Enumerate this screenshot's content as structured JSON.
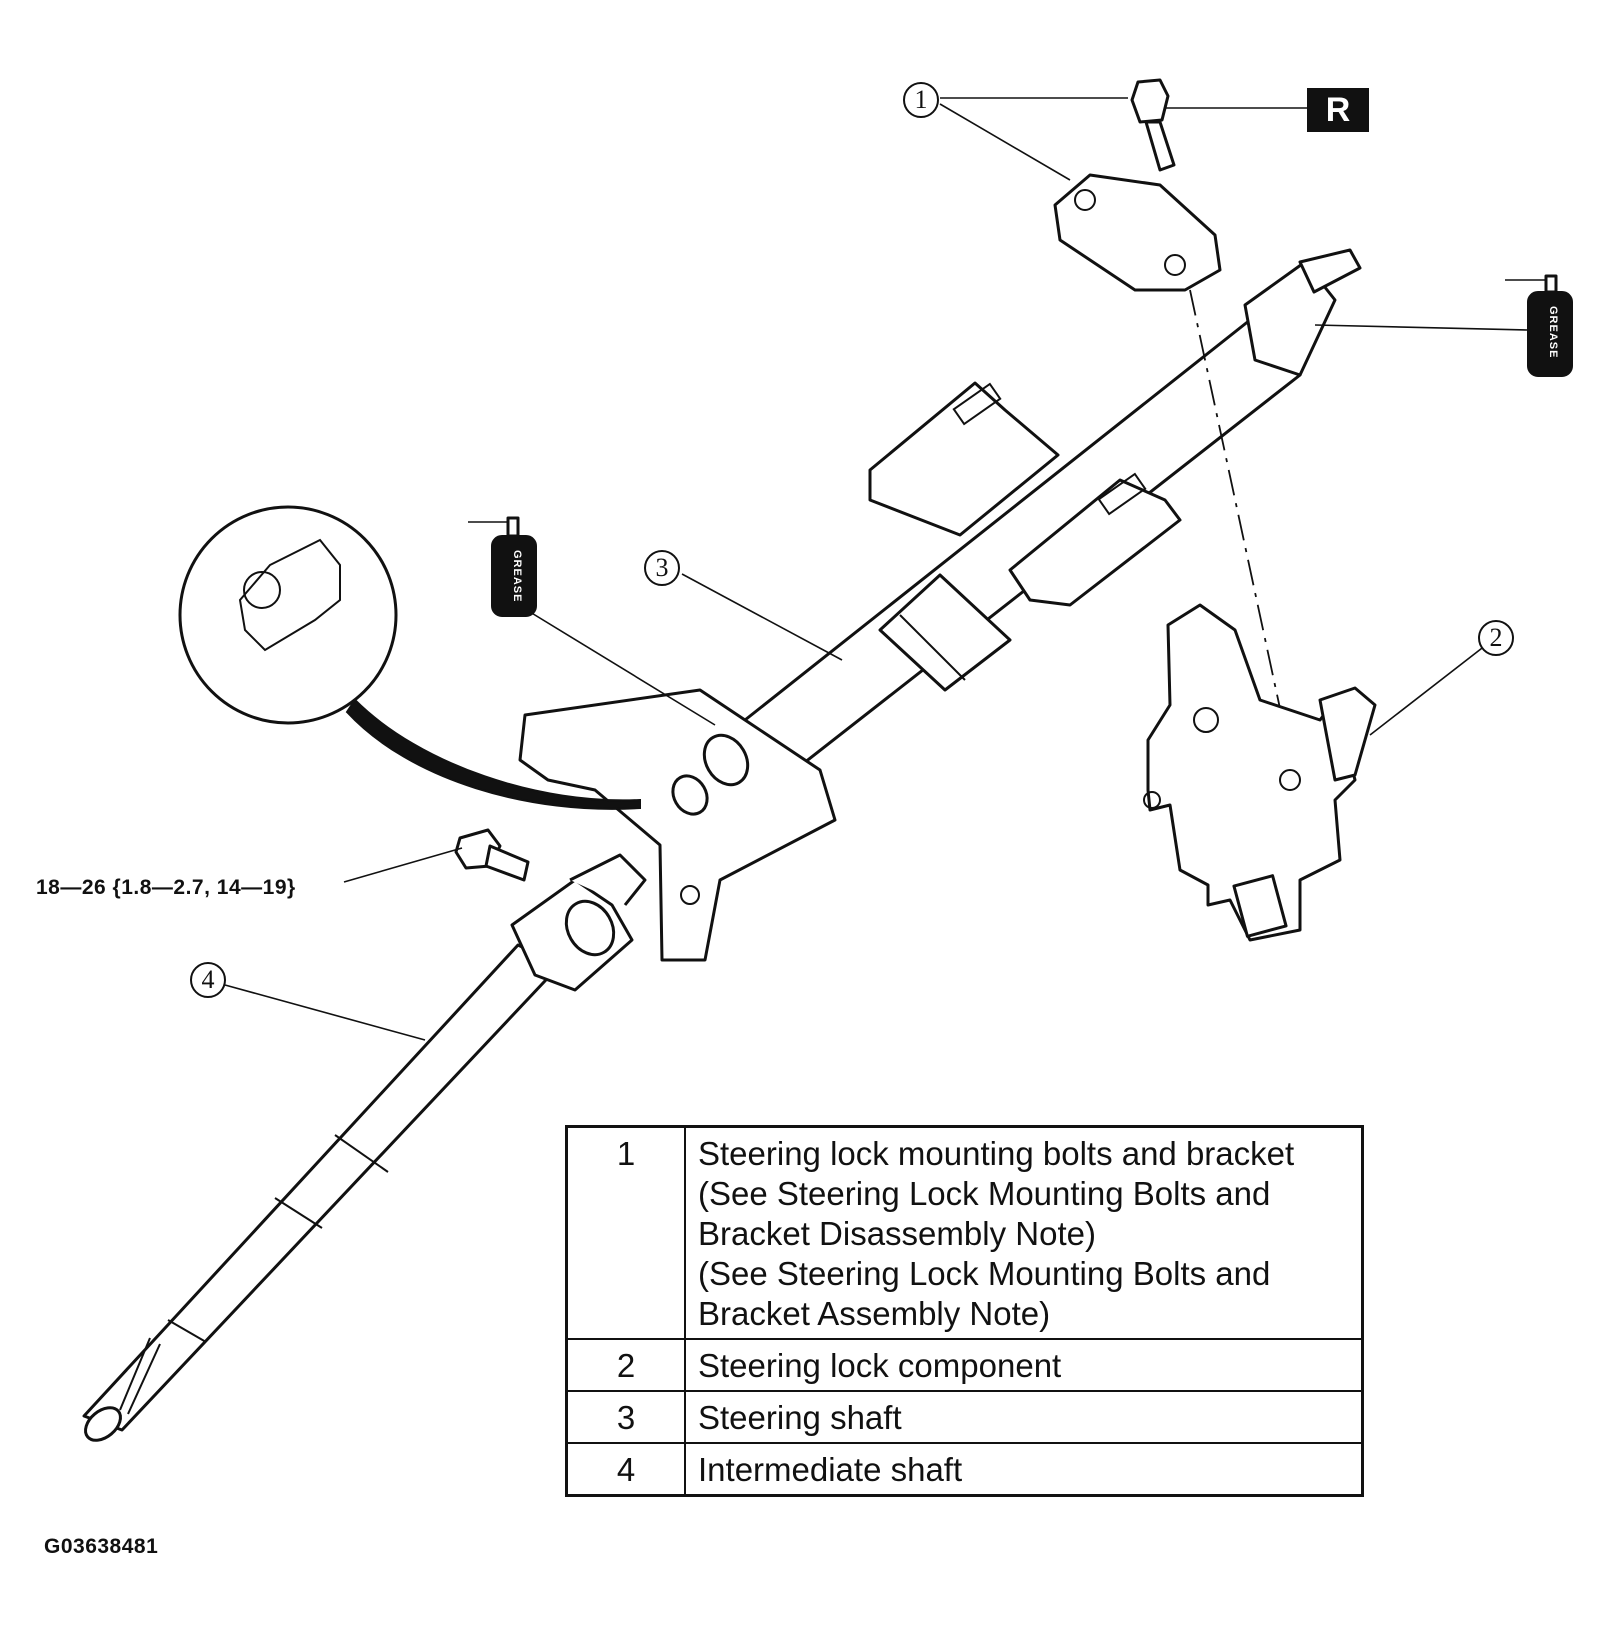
{
  "callouts": [
    "1",
    "2",
    "3",
    "4"
  ],
  "labels": {
    "torque_spec": "18—26 {1.8—2.7, 14—19}",
    "figure_id": "G03638481",
    "grease": "GREASE",
    "replace_badge": "R"
  },
  "parts_table": [
    {
      "num": "1",
      "lines": [
        "Steering lock mounting bolts and bracket",
        "(See  Steering Lock Mounting Bolts and",
        "Bracket Disassembly Note)",
        "(See Steering Lock Mounting Bolts and",
        "Bracket Assembly Note)"
      ]
    },
    {
      "num": "2",
      "lines": [
        "Steering lock component"
      ]
    },
    {
      "num": "3",
      "lines": [
        "Steering shaft"
      ]
    },
    {
      "num": "4",
      "lines": [
        "Intermediate shaft"
      ]
    }
  ]
}
